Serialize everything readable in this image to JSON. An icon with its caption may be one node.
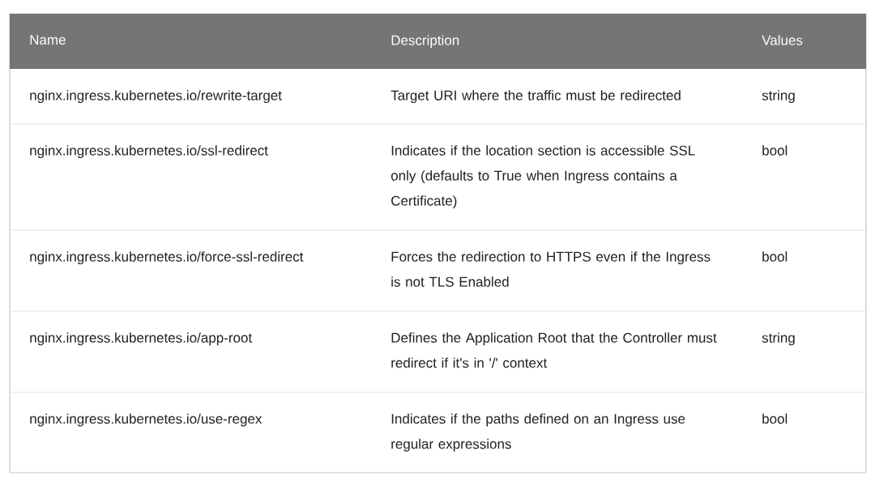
{
  "diagram": {
    "labels": [
      "Name",
      "Description",
      "Values",
      "nginx.ingress.kubernetes.io/rewrite-target",
      "Target URI where the traffic must be redirected",
      "string",
      "nginx.ingress.kubernetes.io/ssl-redirect",
      "Indicates if the location section is accessible SSL only (defaults to True when Ingress contains a Certificate)",
      "bool",
      "nginx.ingress.kubernetes.io/force-ssl-redirect",
      "Forces the redirection to HTTPS even if the Ingress is not TLS Enabled",
      "bool",
      "nginx.ingress.kubernetes.io/app-root",
      "Defines the Application Root that the Controller must redirect if it's in '/' context",
      "string",
      "nginx.ingress.kubernetes.io/use-regex",
      "Indicates if the paths defined on an Ingress use regular expressions",
      "bool"
    ]
  }
}
